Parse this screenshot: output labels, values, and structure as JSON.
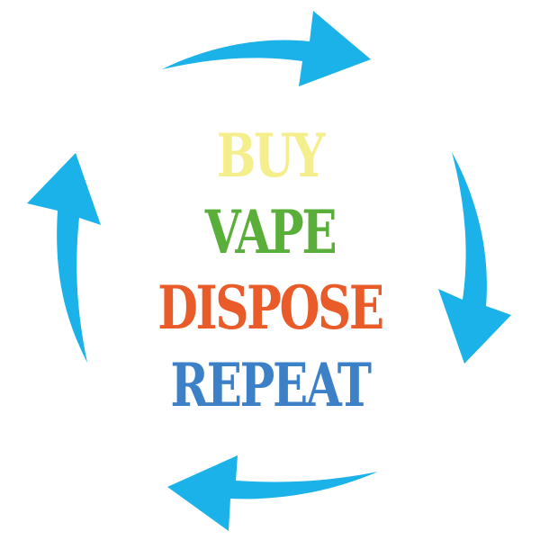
{
  "diagram": {
    "words": [
      {
        "label": "BUY",
        "color": "#F5EE8C"
      },
      {
        "label": "VAPE",
        "color": "#5AAE3A"
      },
      {
        "label": "DISPOSE",
        "color": "#EA5B2A"
      },
      {
        "label": "REPEAT",
        "color": "#3C80C8"
      }
    ],
    "arrow_color": "#1AB2E8",
    "arrows": [
      "arrow-right-icon",
      "arrow-down-icon",
      "arrow-left-icon",
      "arrow-up-icon"
    ]
  }
}
